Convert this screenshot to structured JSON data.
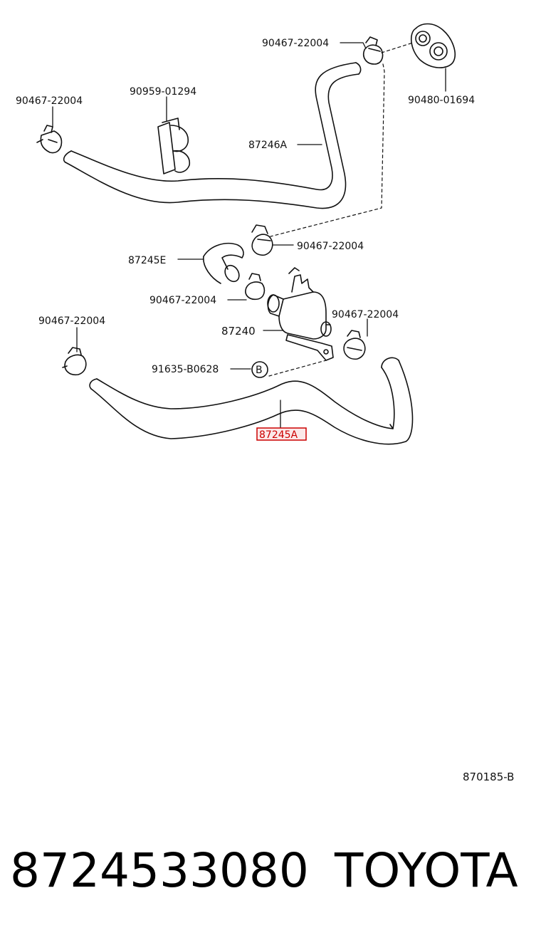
{
  "diagram": {
    "labels": {
      "clamp_top_right": "90467-22004",
      "grommet": "90480-01694",
      "clamp_top_left": "90467-22004",
      "hose_clip": "90959-01294",
      "hose_upper": "87246A",
      "clamp_mid": "90467-22004",
      "hose_short": "87245E",
      "clamp_valve": "90467-22004",
      "valve": "87240",
      "clamp_right": "90467-22004",
      "clamp_lower_left": "90467-22004",
      "bolt": "91635-B0628",
      "bolt_callout": "B",
      "hose_lower": "87245A"
    },
    "highlight_color": "#cc0000",
    "line_color": "#111111",
    "reference_code": "870185-B"
  },
  "footer": {
    "part_number": "8724533080",
    "brand": "TOYOTA"
  }
}
